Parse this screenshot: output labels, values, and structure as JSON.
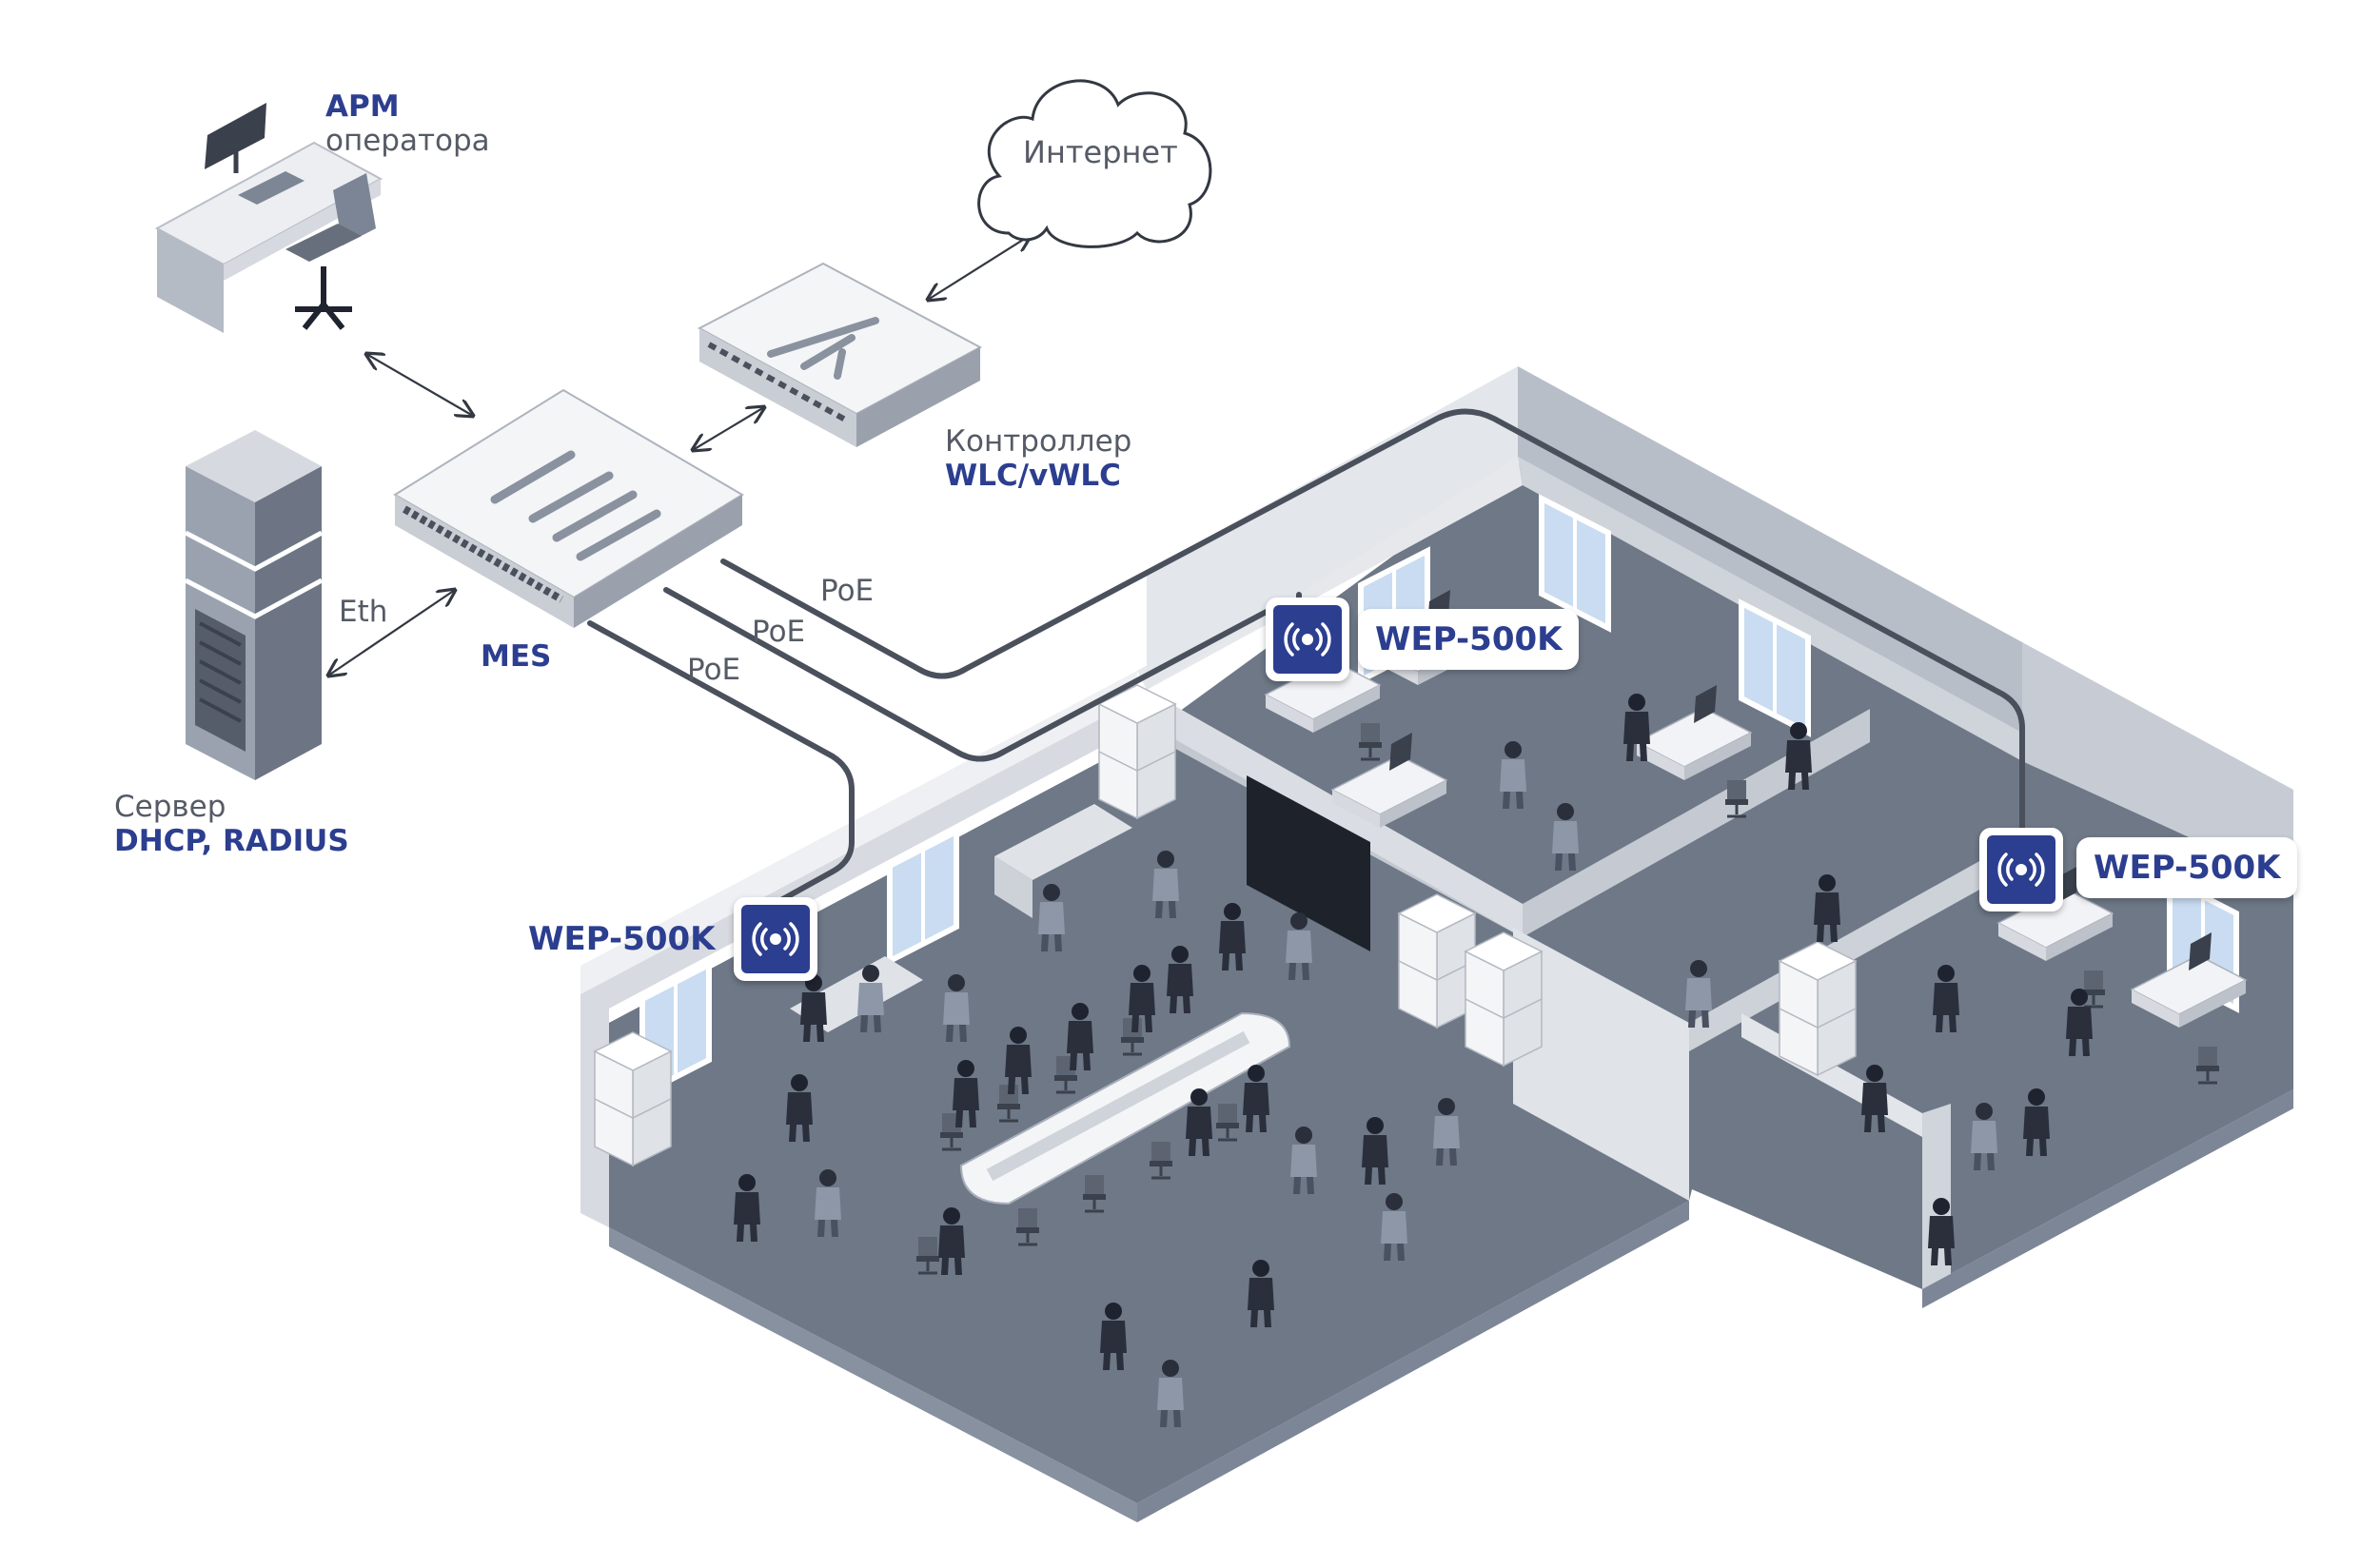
{
  "arm": {
    "title": "АРМ",
    "subtitle": "оператора"
  },
  "server": {
    "title": "Сервер",
    "subtitle": "DHCP, RADIUS"
  },
  "switch": {
    "label": "MES",
    "link_label": "Eth"
  },
  "controller": {
    "title": "Контроллер",
    "subtitle": "WLC/vWLC"
  },
  "cloud": {
    "label": "Интернет"
  },
  "poe_labels": [
    "PoE",
    "PoE",
    "PoE"
  ],
  "access_points": [
    {
      "label": "WEP-500K"
    },
    {
      "label": "WEP-500K"
    },
    {
      "label": "WEP-500K"
    }
  ],
  "colors": {
    "brand": "#2c3e8f",
    "text_gray": "#555b66",
    "cable": "#4a505c",
    "floor": "#6e7887",
    "wall": "#c8ccd4"
  }
}
